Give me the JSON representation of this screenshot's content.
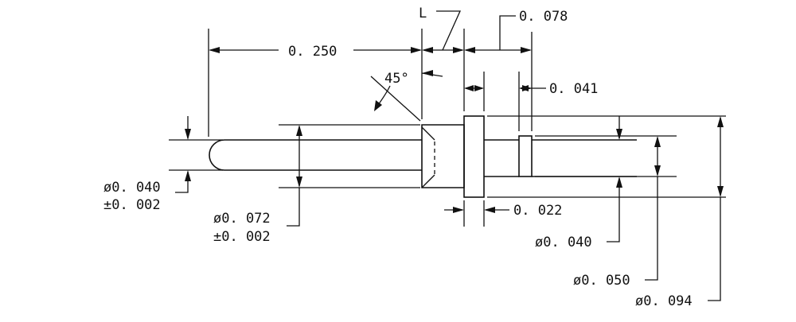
{
  "drawing": {
    "dimensions": {
      "overall_length": "0. 250",
      "chamfer_angle": "45°",
      "undercut_symbol": "L",
      "flange_to_collar": "0. 078",
      "collar_width": "0. 041",
      "flange_width": "0. 022",
      "tip_diameter": "ø0. 040",
      "tip_tolerance": "±0. 002",
      "body_diameter": "ø0. 072",
      "body_tolerance": "±0. 002",
      "tail_diameter": "ø0. 040",
      "collar_diameter": "ø0. 050",
      "flange_diameter": "ø0. 094"
    }
  }
}
